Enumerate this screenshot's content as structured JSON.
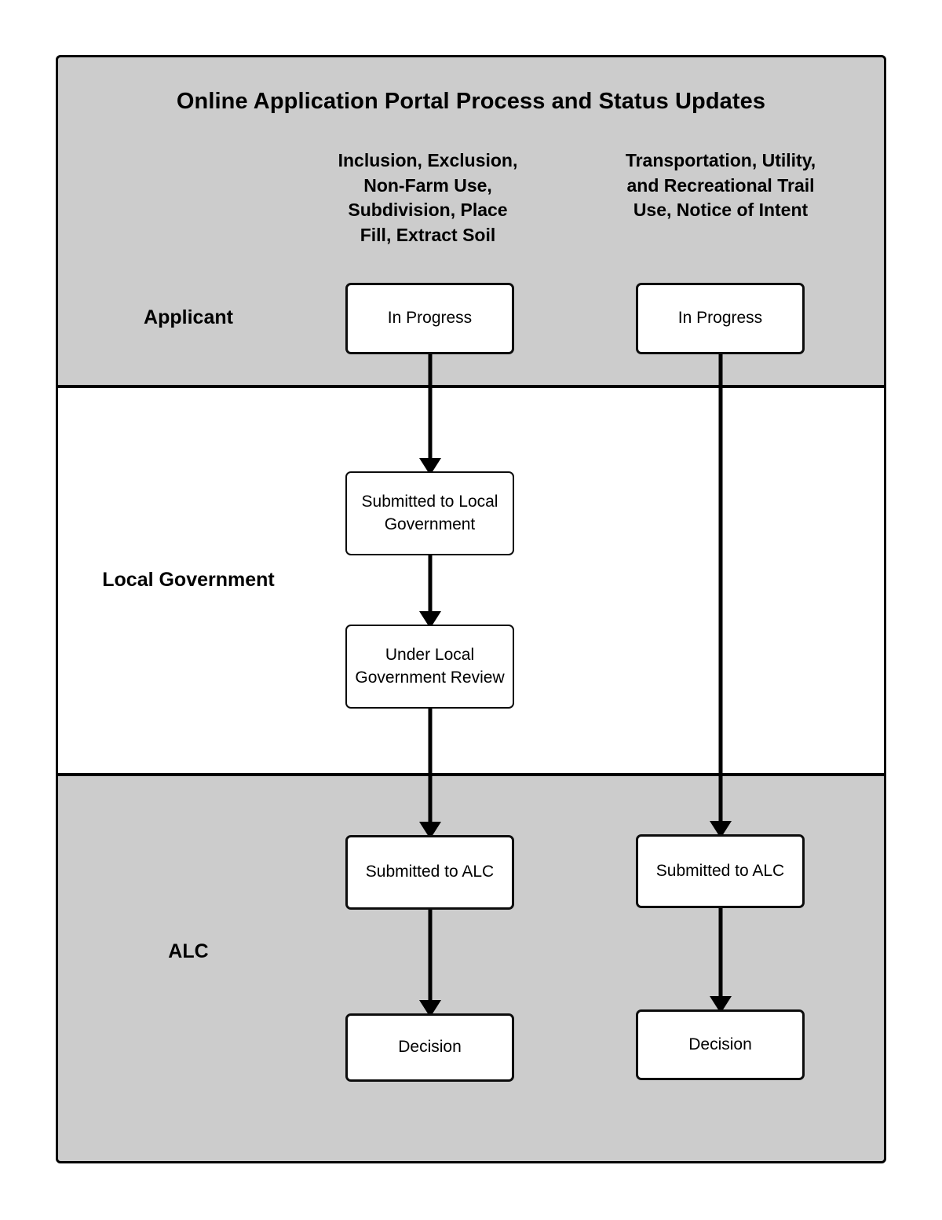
{
  "diagram": {
    "title": "Online Application Portal Process and Status Updates",
    "type": "swimlane-flowchart",
    "colors": {
      "lane_shaded_fill": "#cccccc",
      "lane_plain_fill": "#ffffff",
      "node_fill": "#ffffff",
      "stroke": "#000000",
      "page_background": "#ffffff"
    },
    "columns": [
      {
        "id": "column-left",
        "header": "Inclusion, Exclusion, Non-Farm Use, Subdivision, Place Fill, Extract Soil",
        "header_lines": [
          "Inclusion, Exclusion,",
          "Non-Farm Use,",
          "Subdivision, Place",
          "Fill, Extract Soil"
        ]
      },
      {
        "id": "column-right",
        "header": "Transportation, Utility, and Recreational Trail Use, Notice of Intent",
        "header_lines": [
          "Transportation, Utility,",
          "and Recreational Trail",
          "Use, Notice of Intent"
        ]
      }
    ],
    "lanes": [
      {
        "id": "lane-applicant",
        "label": "Applicant"
      },
      {
        "id": "lane-local-government",
        "label": "Local Government"
      },
      {
        "id": "lane-alc",
        "label": "ALC"
      }
    ],
    "nodes": {
      "left": [
        {
          "id": "left-in-progress",
          "label": "In Progress",
          "lane": "Applicant"
        },
        {
          "id": "left-submitted-to-local-government",
          "label": "Submitted to Local Government",
          "lane": "Local Government"
        },
        {
          "id": "left-under-local-government-review",
          "label": "Under Local Government Review",
          "lane": "Local Government"
        },
        {
          "id": "left-submitted-to-alc",
          "label": "Submitted to ALC",
          "lane": "ALC"
        },
        {
          "id": "left-decision",
          "label": "Decision",
          "lane": "ALC"
        }
      ],
      "right": [
        {
          "id": "right-in-progress",
          "label": "In Progress",
          "lane": "Applicant"
        },
        {
          "id": "right-submitted-to-alc",
          "label": "Submitted to ALC",
          "lane": "ALC"
        },
        {
          "id": "right-decision",
          "label": "Decision",
          "lane": "ALC"
        }
      ]
    },
    "edges": [
      {
        "from": "left-in-progress",
        "to": "left-submitted-to-local-government"
      },
      {
        "from": "left-submitted-to-local-government",
        "to": "left-under-local-government-review"
      },
      {
        "from": "left-under-local-government-review",
        "to": "left-submitted-to-alc"
      },
      {
        "from": "left-submitted-to-alc",
        "to": "left-decision"
      },
      {
        "from": "right-in-progress",
        "to": "right-submitted-to-alc"
      },
      {
        "from": "right-submitted-to-alc",
        "to": "right-decision"
      }
    ]
  }
}
